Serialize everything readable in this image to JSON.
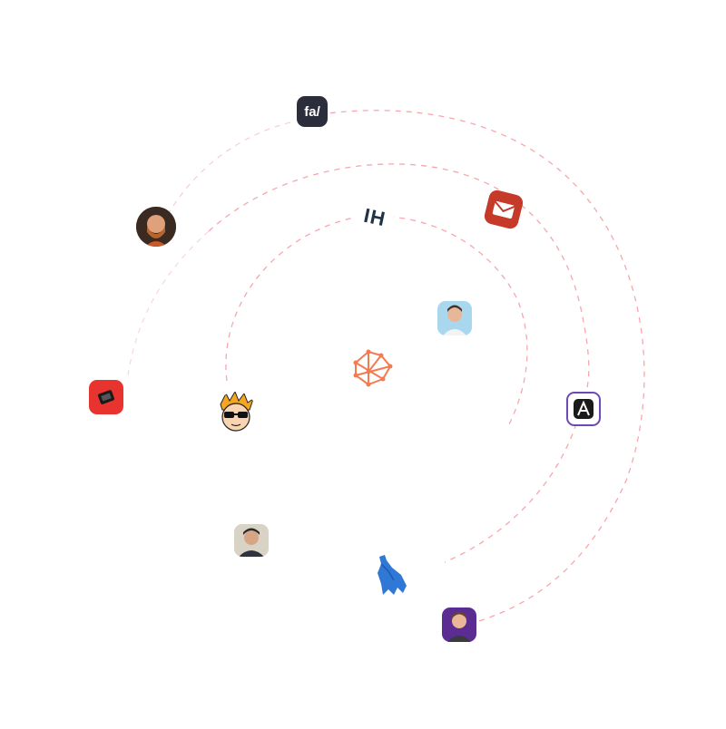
{
  "center": {
    "name": "network-logo",
    "color": "#f47a4f"
  },
  "orbits": [
    {
      "level": "inner",
      "color": "#f6a7ad"
    },
    {
      "level": "middle",
      "color": "#f6a7ad"
    },
    {
      "level": "outer",
      "color": "#f6a7ad"
    }
  ],
  "nodes": {
    "fa": {
      "label": "fa/",
      "bg": "#2b2d3a",
      "accent": "#8a7dff"
    },
    "ih": {
      "label": "IH",
      "color": "#1f3346"
    },
    "mail": {
      "bg": "#c63a2a"
    },
    "avatar_beard": {
      "bg": "#5a3b2a"
    },
    "red_app": {
      "bg": "#e8332f"
    },
    "cartoon": {
      "hair": "#f4a623"
    },
    "avatar_blue": {
      "bg": "#a9d7ee"
    },
    "logo_a": {
      "bg": "#ffffff",
      "accent": "#6b4ab6"
    },
    "avatar_dark": {
      "bg": "#cfcfcf"
    },
    "blue_animal": {
      "color": "#2f78d6"
    },
    "avatar_purple": {
      "bg": "#5b2c91"
    }
  }
}
